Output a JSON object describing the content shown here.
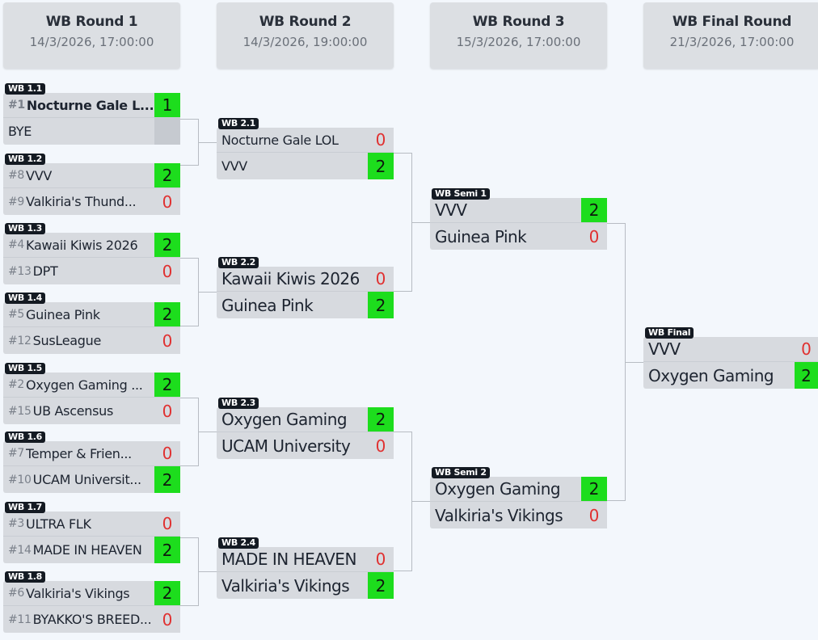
{
  "rounds": [
    {
      "title": "WB Round 1",
      "date": "14/3/2026, 17:00:00"
    },
    {
      "title": "WB Round 2",
      "date": "14/3/2026, 19:00:00"
    },
    {
      "title": "WB Round 3",
      "date": "15/3/2026, 17:00:00"
    },
    {
      "title": "WB Final Round",
      "date": "21/3/2026, 17:00:00"
    }
  ],
  "matches": {
    "wb11": {
      "label": "WB 1.1",
      "t1": {
        "seed": "#1",
        "name": "Nocturne Gale L...",
        "score": "1"
      },
      "t2": {
        "seed": "",
        "name": "BYE",
        "score": ""
      }
    },
    "wb12": {
      "label": "WB 1.2",
      "t1": {
        "seed": "#8",
        "name": "VVV",
        "score": "2"
      },
      "t2": {
        "seed": "#9",
        "name": "Valkiria's Thund...",
        "score": "0"
      }
    },
    "wb13": {
      "label": "WB 1.3",
      "t1": {
        "seed": "#4",
        "name": "Kawaii Kiwis 2026",
        "score": "2"
      },
      "t2": {
        "seed": "#13",
        "name": "DPT",
        "score": "0"
      }
    },
    "wb14": {
      "label": "WB 1.4",
      "t1": {
        "seed": "#5",
        "name": "Guinea Pink",
        "score": "2"
      },
      "t2": {
        "seed": "#12",
        "name": "SusLeague",
        "score": "0"
      }
    },
    "wb15": {
      "label": "WB 1.5",
      "t1": {
        "seed": "#2",
        "name": "Oxygen Gaming ...",
        "score": "2"
      },
      "t2": {
        "seed": "#15",
        "name": "UB Ascensus",
        "score": "0"
      }
    },
    "wb16": {
      "label": "WB 1.6",
      "t1": {
        "seed": "#7",
        "name": "Temper & Frien...",
        "score": "0"
      },
      "t2": {
        "seed": "#10",
        "name": "UCAM Universit...",
        "score": "2"
      }
    },
    "wb17": {
      "label": "WB 1.7",
      "t1": {
        "seed": "#3",
        "name": "ULTRA FLK",
        "score": "0"
      },
      "t2": {
        "seed": "#14",
        "name": "MADE IN HEAVEN",
        "score": "2"
      }
    },
    "wb18": {
      "label": "WB 1.8",
      "t1": {
        "seed": "#6",
        "name": "Valkiria's Vikings",
        "score": "2"
      },
      "t2": {
        "seed": "#11",
        "name": "BYAKKO'S BREED...",
        "score": "0"
      }
    },
    "wb21": {
      "label": "WB 2.1",
      "t1": {
        "name": "Nocturne Gale LOL",
        "score": "0"
      },
      "t2": {
        "name": "VVV",
        "score": "2"
      }
    },
    "wb22": {
      "label": "WB 2.2",
      "t1": {
        "name": "Kawaii Kiwis 2026",
        "score": "0"
      },
      "t2": {
        "name": "Guinea Pink",
        "score": "2"
      }
    },
    "wb23": {
      "label": "WB 2.3",
      "t1": {
        "name": "Oxygen Gaming",
        "score": "2"
      },
      "t2": {
        "name": "UCAM University",
        "score": "0"
      }
    },
    "wb24": {
      "label": "WB 2.4",
      "t1": {
        "name": "MADE IN HEAVEN",
        "score": "0"
      },
      "t2": {
        "name": "Valkiria's Vikings",
        "score": "2"
      }
    },
    "semi1": {
      "label": "WB Semi 1",
      "t1": {
        "name": "VVV",
        "score": "2"
      },
      "t2": {
        "name": "Guinea Pink",
        "score": "0"
      }
    },
    "semi2": {
      "label": "WB Semi 2",
      "t1": {
        "name": "Oxygen Gaming",
        "score": "2"
      },
      "t2": {
        "name": "Valkiria's Vikings",
        "score": "0"
      }
    },
    "final": {
      "label": "WB Final",
      "t1": {
        "name": "VVV",
        "score": "0"
      },
      "t2": {
        "name": "Oxygen Gaming",
        "score": "2"
      }
    }
  },
  "colors": {
    "win": "#1ddd1d",
    "lose": "#e03030",
    "card": "#d7dadf",
    "tag": "#141a22"
  }
}
